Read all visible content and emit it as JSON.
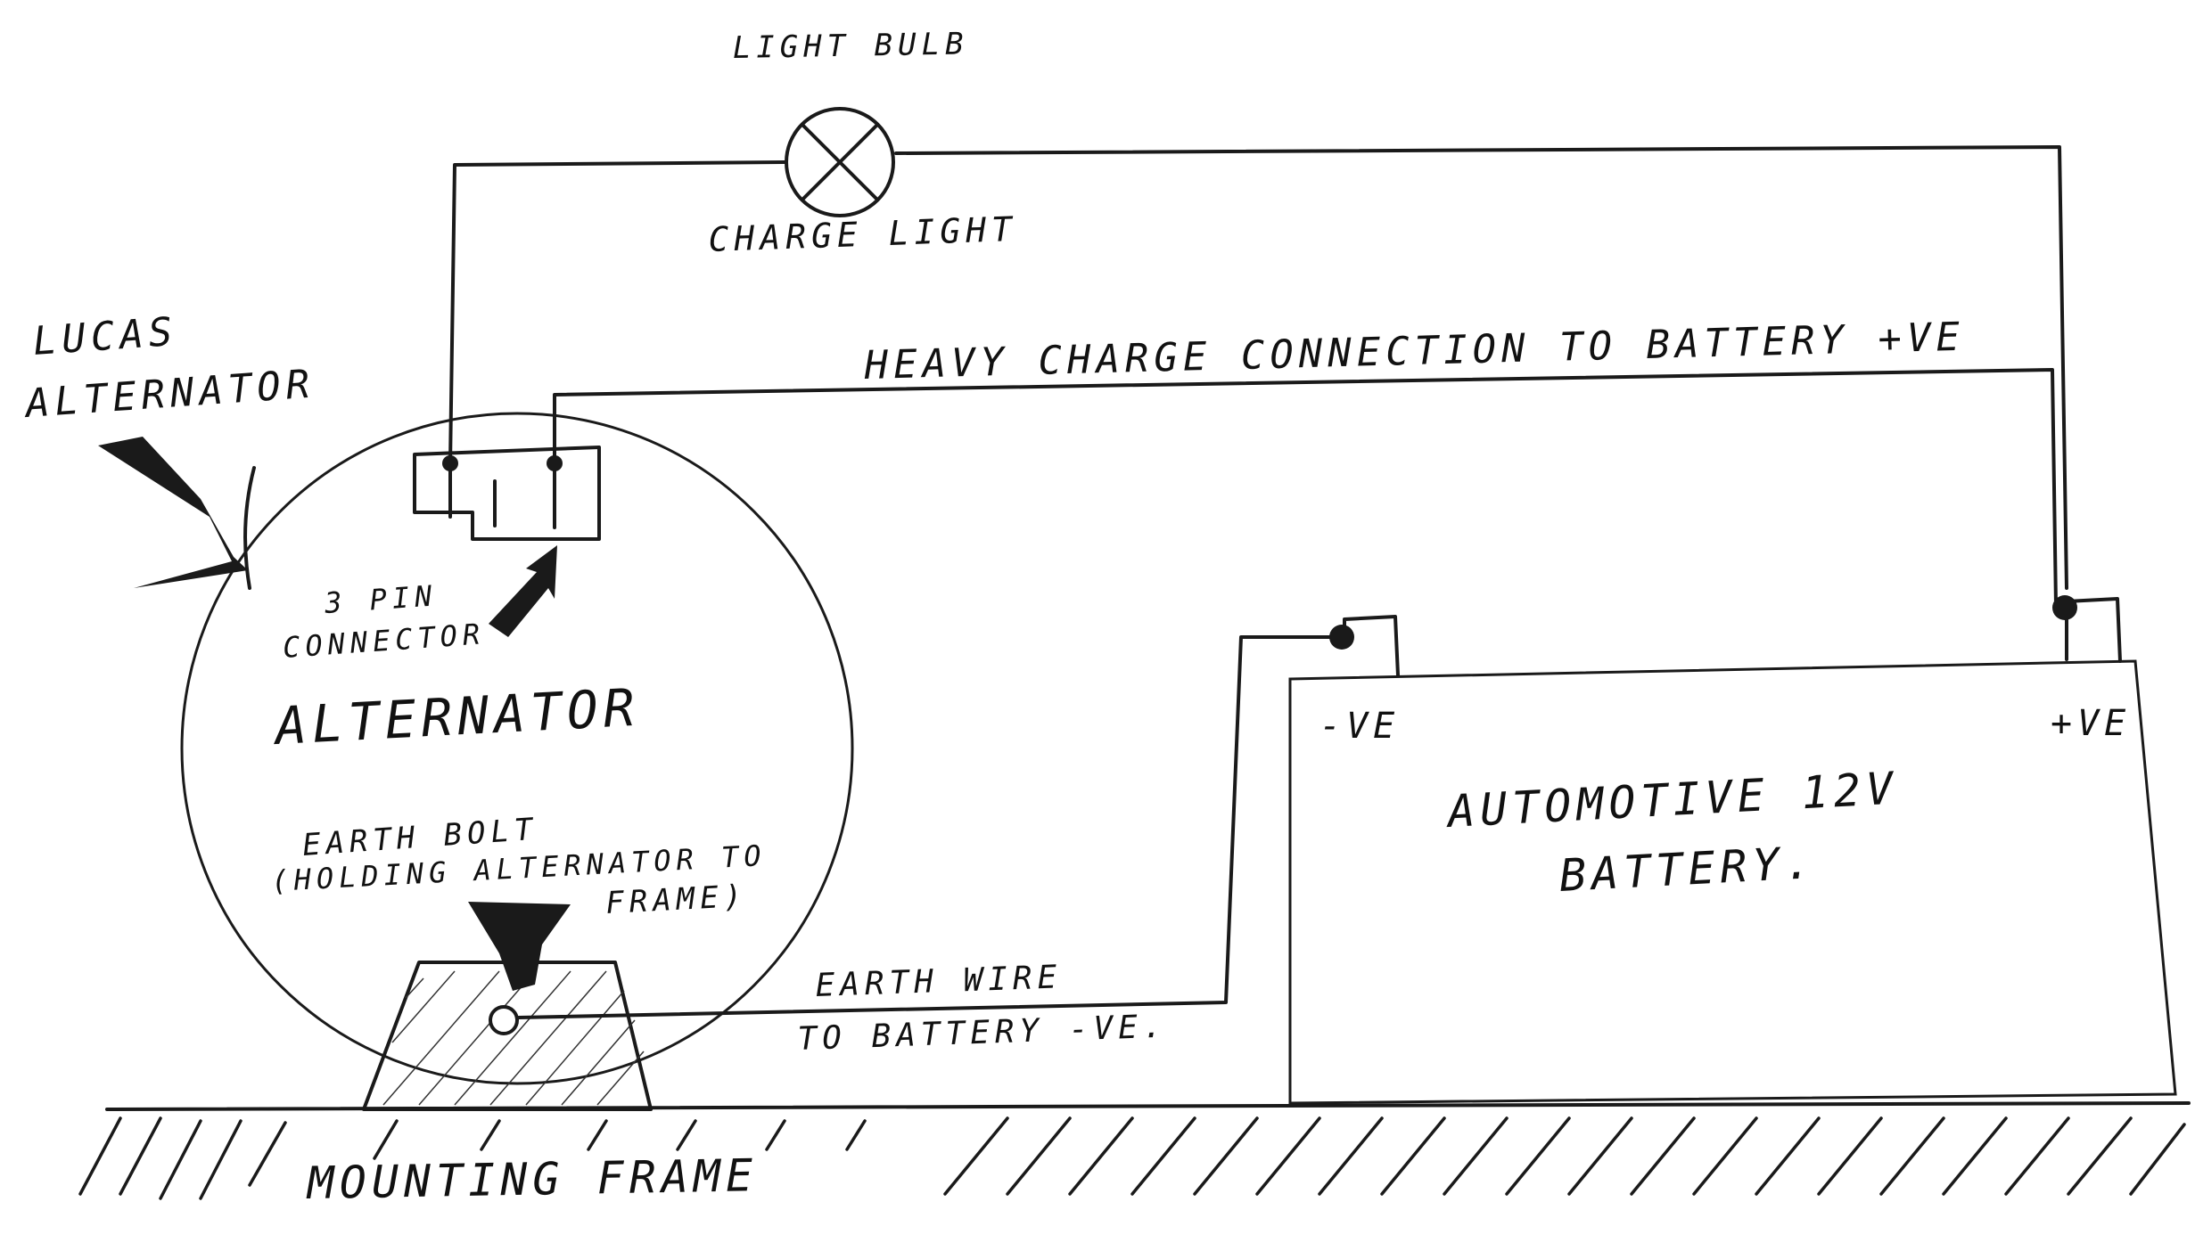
{
  "labels": {
    "light_bulb": "LIGHT BULB",
    "charge_light": "CHARGE LIGHT",
    "lucas_line1": "LUCAS",
    "lucas_line2": "ALTERNATOR",
    "heavy_charge": "HEAVY CHARGE CONNECTION TO BATTERY +VE",
    "pin_line1": "3 PIN",
    "pin_line2": "CONNECTOR",
    "alternator": "ALTERNATOR",
    "earth_bolt_line1": "EARTH BOLT",
    "earth_bolt_line2": "(HOLDING ALTERNATOR TO",
    "earth_bolt_line3": "FRAME)",
    "earth_wire_line1": "EARTH WIRE",
    "earth_wire_line2": "TO BATTERY -VE.",
    "neg_terminal": "-VE",
    "pos_terminal": "+VE",
    "battery_line1": "AUTOMOTIVE 12V",
    "battery_line2": "BATTERY.",
    "mounting_frame": "MOUNTING FRAME"
  },
  "colors": {
    "ink": "#1a1a1a",
    "paper": "#ffffff"
  }
}
